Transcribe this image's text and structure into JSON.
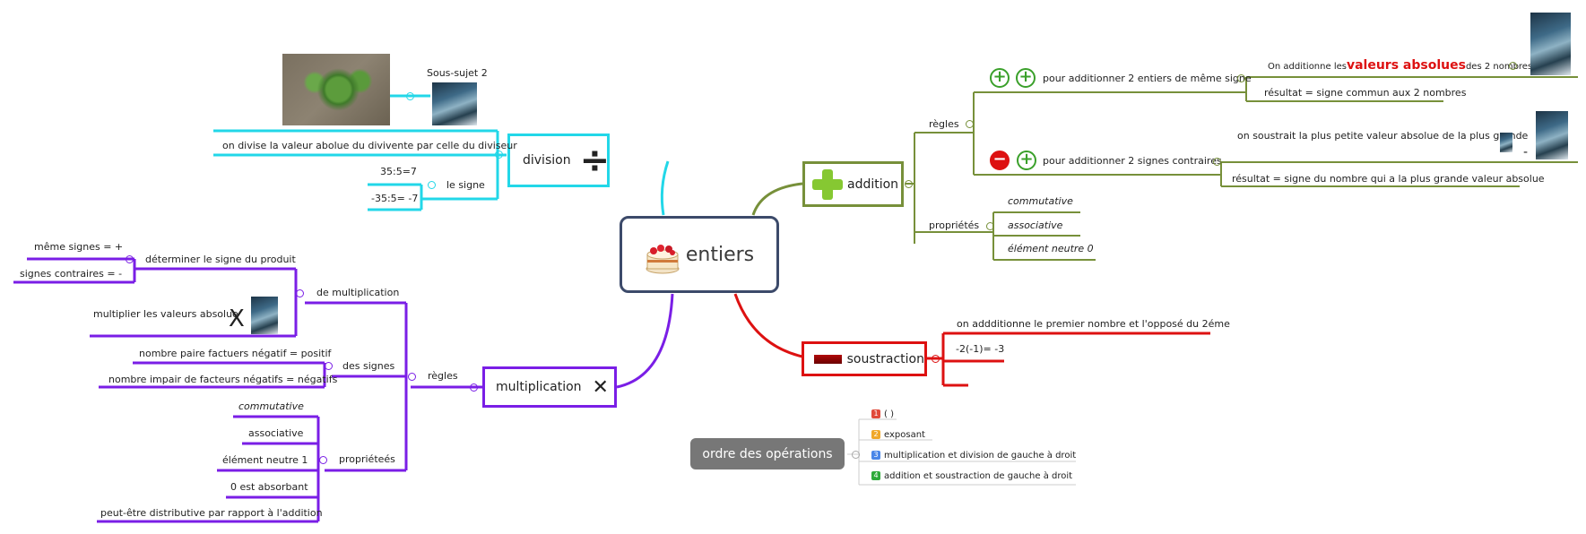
{
  "colors": {
    "central_border": "#3c4a6a",
    "division": "#22d7e8",
    "addition": "#77903a",
    "soustraction": "#dd1111",
    "multiplication": "#7a1ee6",
    "gray_box": "#777777",
    "red_emphasis": "#dd1111"
  },
  "central": {
    "label": "entiers",
    "icon": "cake-icon"
  },
  "division": {
    "label": "division",
    "symbol": "÷",
    "subtopic_label": "Sous-sujet  2",
    "rule": "on divise la valeur abolue du divivente par celle du diviseur",
    "sign_label": "le signe",
    "examples": [
      "35:5=7",
      "-35:5= -7"
    ]
  },
  "addition": {
    "label": "addition",
    "symbol": "+",
    "rules_label": "règles",
    "same_sign": {
      "label": "pour additionner 2 entiers de même signe",
      "detail_prefix": "On additionne les",
      "detail_emphasis": "valeurs absolues",
      "detail_suffix": "des 2 nombres",
      "result": "résultat =  signe commun aux 2 nombres"
    },
    "opposite_sign": {
      "label": "pour additionner 2 signes contraires",
      "detail": "on soustrait la plus petite valeur absolue de la plus grande",
      "detail_dash": "-",
      "result": "résultat = signe du nombre qui a la plus grande valeur absolue"
    },
    "properties_label": "propriétés",
    "properties": [
      "commutative",
      "associative",
      "élément neutre 0"
    ]
  },
  "soustraction": {
    "label": "soustraction",
    "rule": "on addditionne le premier nombre et l'opposé du 2éme",
    "example": "-2(-1)= -3"
  },
  "multiplication": {
    "label": "multiplication",
    "symbol": "✕",
    "rules_label": "règles",
    "of_mult_label": "de multiplication",
    "determine_label": "déterminer le signe du produit",
    "same_signs": "même signes = +",
    "opposite_signs": "signes contraires = -",
    "multiply_abs": "multiplier les valeurs absolue",
    "multiply_symbol": "X",
    "signs_label": "des signes",
    "even_neg": "nombre paire factuers négatif = positif",
    "odd_neg": "nombre impair de facteurs négatifs = négatifs",
    "properties_label": "propriéteés",
    "properties": [
      "commutative",
      "associative",
      "élément neutre 1",
      "0 est absorbant",
      "peut-être distributive par rapport à l'addition"
    ]
  },
  "order": {
    "label": "ordre des opérations",
    "items": [
      {
        "num": "1",
        "color": "#e04a3a",
        "text": "( )"
      },
      {
        "num": "2",
        "color": "#f0a82a",
        "text": "exposant"
      },
      {
        "num": "3",
        "color": "#4a86e8",
        "text": "multiplication  et division de gauche à droit"
      },
      {
        "num": "4",
        "color": "#2eaa3a",
        "text": "addition et soustraction de gauche à droit"
      }
    ]
  }
}
